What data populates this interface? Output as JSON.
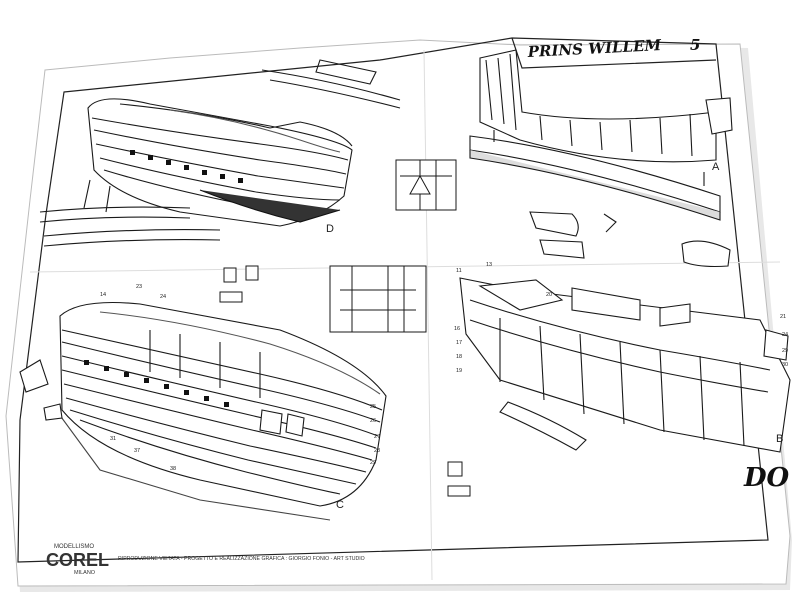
{
  "sheet": {
    "title": "PRINS WILLEM",
    "title_number": "5",
    "corner_mark": "DO",
    "brand_top": "MODELLISMO",
    "brand_name": "COREL",
    "brand_city": "MILANO",
    "footer_note": "RIPRODUZIONE VIETATA - PROGETTO E REALIZZAZIONE GRAFICA : GIORGIO FONIO - ART STUDIO",
    "view_labels": {
      "a": "A",
      "b": "B",
      "c": "C",
      "d": "D"
    },
    "part_numbers_left_hull": [
      "14",
      "23",
      "24",
      "25",
      "26",
      "27",
      "28",
      "29",
      "31",
      "37",
      "38"
    ],
    "part_numbers_right_hull": [
      "11",
      "13",
      "16",
      "17",
      "18",
      "19",
      "20",
      "21",
      "24",
      "29",
      "30"
    ]
  },
  "colors": {
    "paper": "#ffffff",
    "ink": "#1a1a1a",
    "shadow": "#cfcfcf"
  }
}
